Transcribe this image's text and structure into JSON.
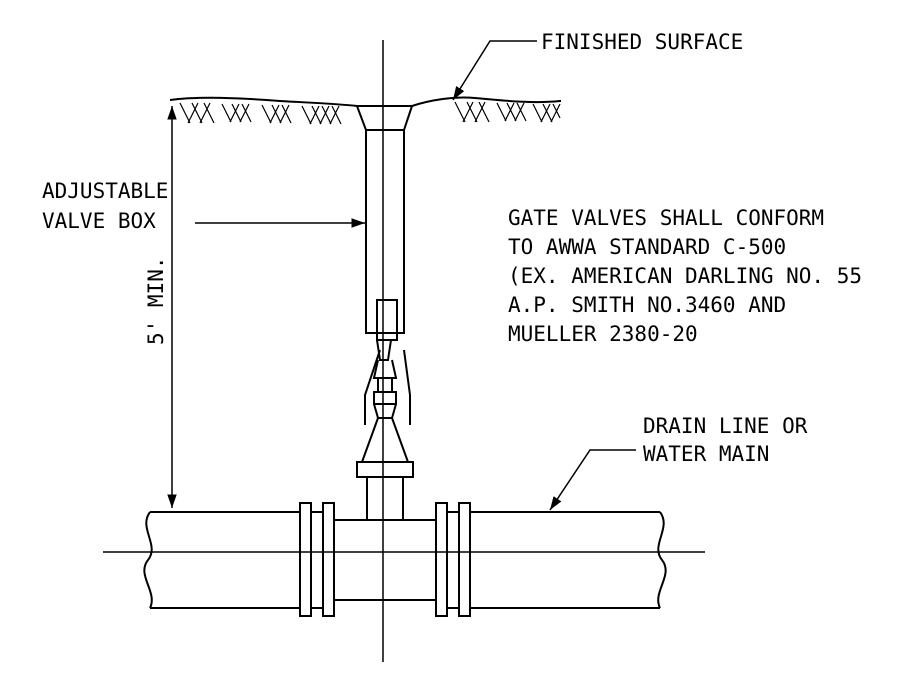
{
  "labels": {
    "finished_surface": "FINISHED SURFACE",
    "valve_box_line1": "ADJUSTABLE",
    "valve_box_line2": "VALVE BOX",
    "depth": "5' MIN.",
    "drain_line1": "DRAIN LINE OR",
    "drain_line2": "WATER MAIN"
  },
  "notes": [
    "GATE VALVES SHALL CONFORM",
    "TO AWWA STANDARD C-500",
    "(EX. AMERICAN DARLING NO. 55",
    "A.P. SMITH NO.3460 AND",
    "MUELLER 2380-20"
  ]
}
